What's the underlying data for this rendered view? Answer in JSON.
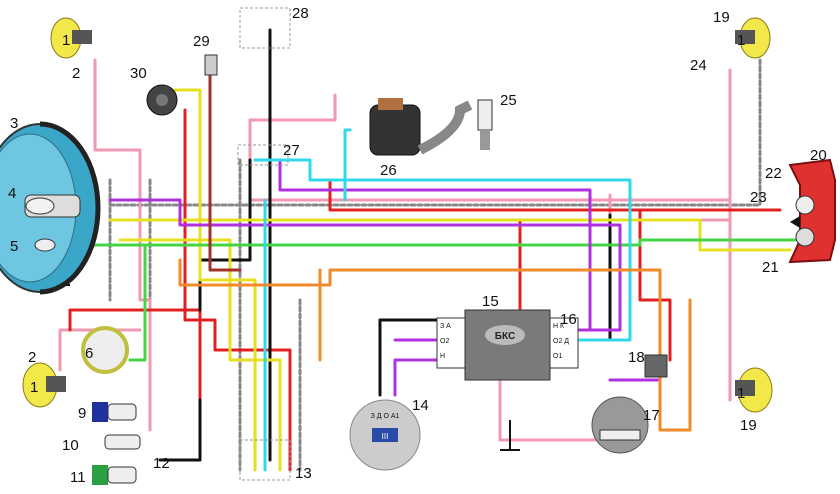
{
  "labels": {
    "n1a": "1",
    "n1b": "1",
    "n1c": "1",
    "n1d": "1",
    "n2a": "2",
    "n2b": "2",
    "n3": "3",
    "n4": "4",
    "n5": "5",
    "n6": "6",
    "n9": "9",
    "n10": "10",
    "n11": "11",
    "n12": "12",
    "n13": "13",
    "n14": "14",
    "n15": "15",
    "n16": "16",
    "n17": "17",
    "n18": "18",
    "n19a": "19",
    "n19b": "19",
    "n20": "20",
    "n21": "21",
    "n22": "22",
    "n23": "23",
    "n24": "24",
    "n25": "25",
    "n26": "26",
    "n27": "27",
    "n28": "28",
    "n29": "29",
    "n30": "30"
  },
  "relay": {
    "name": "БКС",
    "left_pins": [
      "З А",
      "О2",
      "Н"
    ],
    "right_pins": [
      "Н К",
      "О2 Д",
      "О1"
    ]
  },
  "switch14": {
    "pins": "З Д О А1",
    "center": "III"
  },
  "colors": {
    "pink": "#ef9ab0",
    "red": "#e02020",
    "black": "#111111",
    "yellow": "#e6e020",
    "green": "#44d444",
    "violet": "#b030e0",
    "cyan": "#30d8ec",
    "orange": "#f08a2a",
    "brown": "#a0322a",
    "grey": "#9a9a9a"
  }
}
